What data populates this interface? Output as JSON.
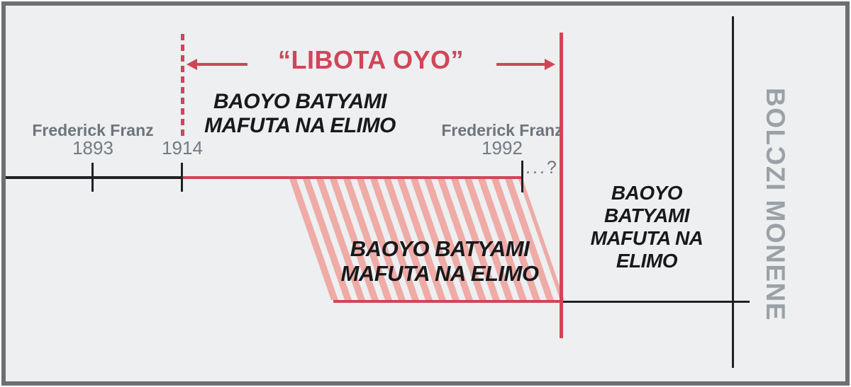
{
  "colors": {
    "accent_red": "#d14558",
    "hatch_pink": "#efaba6",
    "line_black": "#1f2225",
    "label_gray": "#6e747a",
    "tribulation_gray": "#9aa1a7",
    "background": "#edeff1",
    "frame_border": "#6b7074"
  },
  "title": {
    "text": "“LIBOTA OYO”"
  },
  "timeline": {
    "left_person_name": "Frederick Franz",
    "left_person_year": "1893",
    "start_year": "1914",
    "right_person_name": "Frederick Franz",
    "right_person_year": "1992",
    "unknown_end": "...?"
  },
  "labels": {
    "anointed_top": [
      "BAOYO BATYAMI",
      "MAFUTA NA ELIMO"
    ],
    "anointed_overlap": [
      "BAOYO BATYAMI",
      "MAFUTA NA ELIMO"
    ],
    "anointed_right": [
      "BAOYO",
      "BATYAMI",
      "MAFUTA NA",
      "ELIMO"
    ],
    "tribulation": "BOLƆZI MONENE"
  }
}
